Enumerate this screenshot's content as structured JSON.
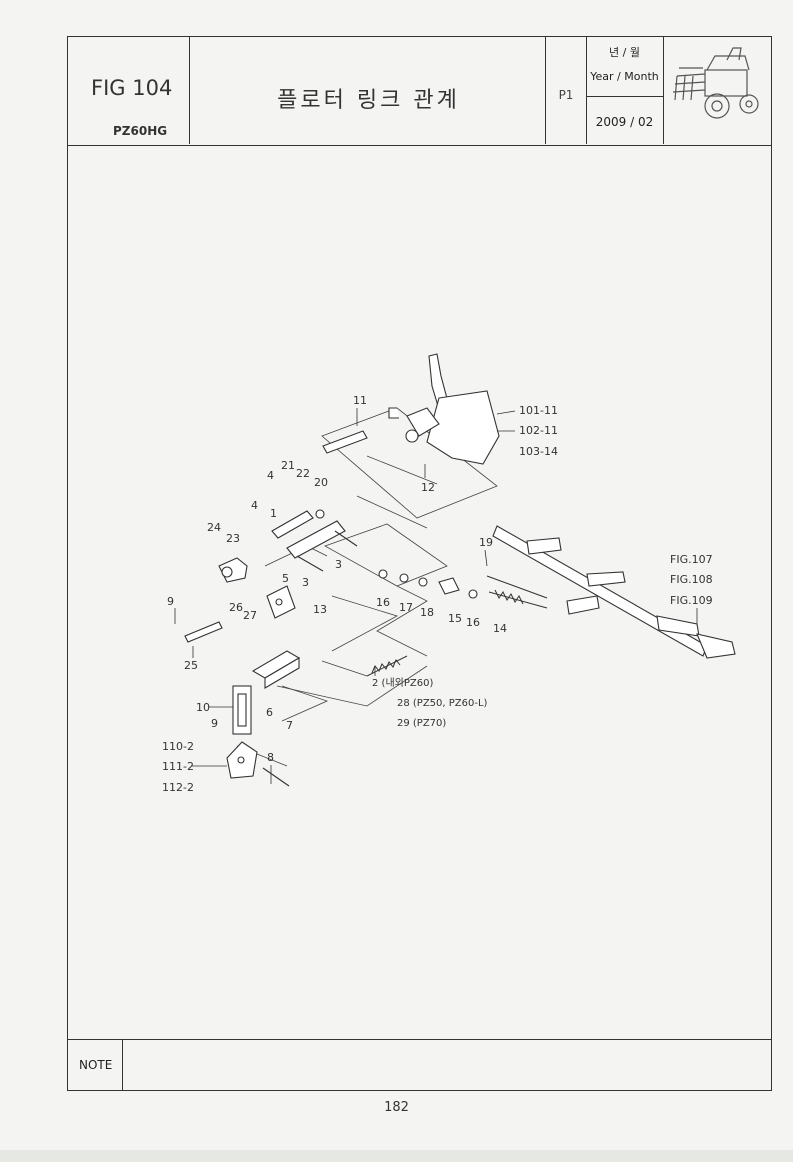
{
  "header": {
    "fig_label": "FIG 104",
    "model": "PZ60HG",
    "title": "플로터 링크 관계",
    "page_code": "P1",
    "date_label_kr": "년 / 월",
    "date_label_en": "Year / Month",
    "date_value": "2009 / 02",
    "thumbnail_icon": "rice-transplanter-thumbnail-icon"
  },
  "diagram": {
    "callouts": {
      "c11": "11",
      "c101": "101-11",
      "c102": "102-11",
      "c103": "103-14",
      "c12": "12",
      "c21": "21",
      "c22": "22",
      "c4a": "4",
      "c20": "20",
      "c4b": "4",
      "c1": "1",
      "c24": "24",
      "c23": "23",
      "c3a": "3",
      "c3b": "3",
      "c5": "5",
      "c19": "19",
      "c16a": "16",
      "c17": "17",
      "c18": "18",
      "c15": "15",
      "c16b": "16",
      "c14": "14",
      "c9a": "9",
      "c26": "26",
      "c27": "27",
      "c13": "13",
      "c25": "25",
      "c2": "2 (내외PZ60)",
      "c28": "28 (PZ50, PZ60-L)",
      "c29": "29 (PZ70)",
      "c10": "10",
      "c6": "6",
      "c7": "7",
      "c9b": "9",
      "c110": "110-2",
      "c111": "111-2",
      "c112": "112-2",
      "c8": "8",
      "fig107": "FIG.107",
      "fig108": "FIG.108",
      "fig109": "FIG.109"
    }
  },
  "note": {
    "label": "NOTE"
  },
  "footer": {
    "page_number": "182"
  }
}
